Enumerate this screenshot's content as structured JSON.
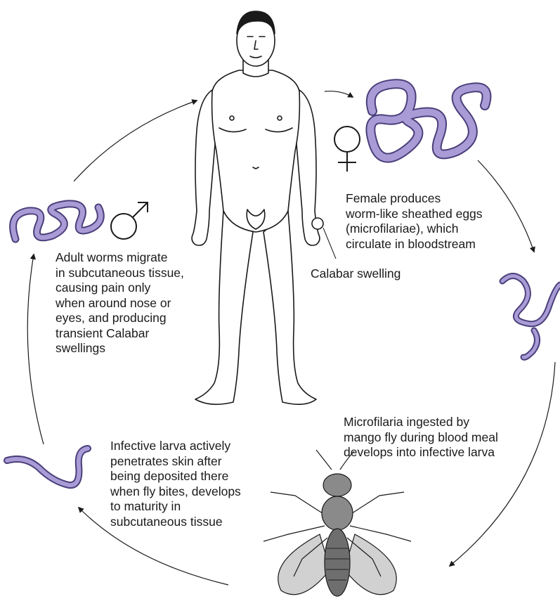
{
  "colors": {
    "worm_fill": "#a99bd6",
    "worm_stroke": "#4a3f7a",
    "line": "#1a1a1a",
    "fly_body": "#8a8a8a",
    "fly_wing": "#c9c9c9"
  },
  "icons": [
    "female-symbol-icon",
    "male-symbol-icon",
    "human-figure",
    "mango-fly",
    "worm"
  ],
  "labels": {
    "female_produces": [
      "Female produces",
      "worm-like sheathed eggs",
      "(microfilariae), which",
      "circulate in bloodstream"
    ],
    "calabar": "Calabar swelling",
    "adult_worms": [
      "Adult worms migrate",
      "in subcutaneous tissue,",
      "causing pain only",
      "when around nose or",
      "eyes, and producing",
      "transient Calabar",
      "swellings"
    ],
    "microfilaria_ingested": [
      "Microfilaria ingested by",
      "mango fly during blood meal",
      "develops into infective larva"
    ],
    "infective_larva": [
      "Infective larva actively",
      "penetrates skin after",
      "being deposited there",
      "when fly bites, develops",
      "to maturity in",
      "subcutaneous tissue"
    ]
  }
}
